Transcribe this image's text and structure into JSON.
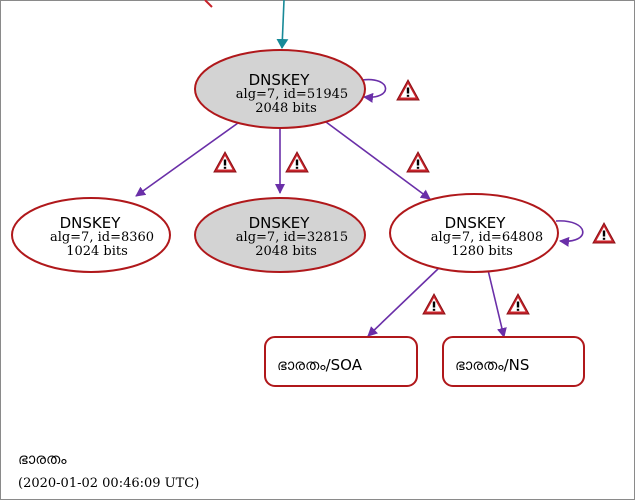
{
  "nodes": {
    "ksk": {
      "title": "DNSKEY",
      "detail": "alg=7, id=51945",
      "bits": "2048 bits",
      "fill": "#d3d3d3"
    },
    "zsk_8360": {
      "title": "DNSKEY",
      "detail": "alg=7, id=8360",
      "bits": "1024 bits",
      "fill": "#ffffff"
    },
    "zsk_32815": {
      "title": "DNSKEY",
      "detail": "alg=7, id=32815",
      "bits": "2048 bits",
      "fill": "#d3d3d3"
    },
    "zsk_64808": {
      "title": "DNSKEY",
      "detail": "alg=7, id=64808",
      "bits": "1280 bits",
      "fill": "#ffffff"
    }
  },
  "rrsets": {
    "soa": "ഭാരതം/SOA",
    "ns": "ഭാരതം/NS"
  },
  "zone": {
    "name": "ഭാരതം",
    "timestamp": "(2020-01-02 00:46:09 UTC)"
  },
  "colors": {
    "node_border": "#b0181b",
    "edge": "#6a2fa8",
    "ds_edge": "#188a98",
    "warning": "#c8232a"
  },
  "icons": {
    "warning": "warning-icon"
  }
}
